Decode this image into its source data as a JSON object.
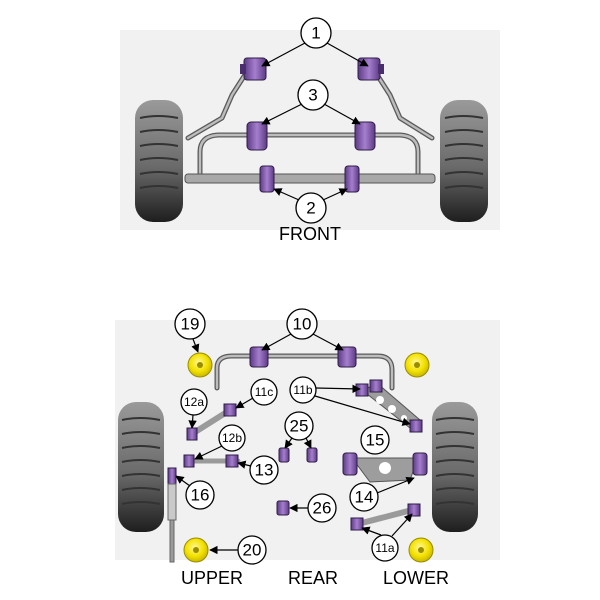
{
  "front": {
    "caption": "FRONT",
    "callouts": {
      "c1": "1",
      "c2": "2",
      "c3": "3"
    }
  },
  "rear": {
    "labels": {
      "upper": "UPPER",
      "rear": "REAR",
      "lower": "LOWER"
    },
    "callouts": {
      "c10": "10",
      "c11a": "11a",
      "c11b": "11b",
      "c11c": "11c",
      "c12a": "12a",
      "c12b": "12b",
      "c13": "13",
      "c14": "14",
      "c15": "15",
      "c16": "16",
      "c19": "19",
      "c20": "20",
      "c25": "25",
      "c26": "26"
    }
  },
  "colors": {
    "bush_purple": "#7b4fa6",
    "bush_yellow": "#f4e200",
    "tyre_dark": "#1e1e1e",
    "tyre_light": "#8e8e8e",
    "background_band": "#eeeeee"
  }
}
